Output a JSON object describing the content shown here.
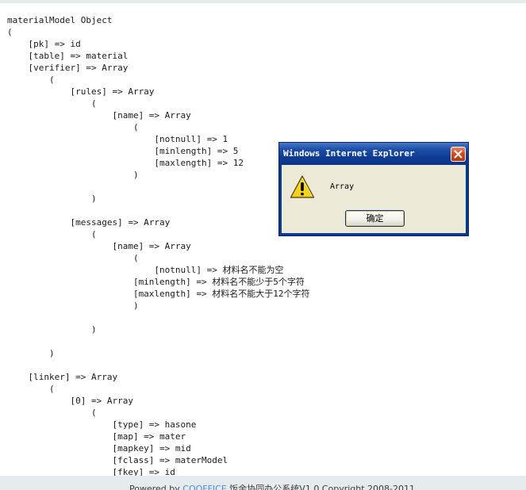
{
  "dump": {
    "lines": [
      "materialModel Object",
      "(",
      "    [pk] => id",
      "    [table] => material",
      "    [verifier] => Array",
      "        (",
      "            [rules] => Array",
      "                (",
      "                    [name] => Array",
      "                        (",
      "                            [notnull] => 1",
      "                            [minlength] => 5",
      "                            [maxlength] => 12",
      "                        )",
      "",
      "                )",
      "",
      "            [messages] => Array",
      "                (",
      "                    [name] => Array",
      "                        (",
      "                            [notnull] => 材料名不能为空",
      "                        [minlength] => 材料名不能少于5个字符",
      "                        [maxlength] => 材料名不能大于12个字符",
      "                        )",
      "",
      "                )",
      "",
      "        )",
      "",
      "    [linker] => Array",
      "        (",
      "            [0] => Array",
      "                (",
      "                    [type] => hasone",
      "                    [map] => mater",
      "                    [mapkey] => mid",
      "                    [fclass] => materModel",
      "                    [fkey] => id"
    ]
  },
  "footer": {
    "prefix": "Powered by ",
    "brand": "COOFFICE",
    "suffix": " 饭余协同办公系统V1.0 Copyright 2008-2011"
  },
  "dialog": {
    "title": "Windows Internet Explorer",
    "message": "Array",
    "ok_label": "确定",
    "close_icon": "close-x-icon",
    "warning_icon": "warning-triangle-icon"
  },
  "colors": {
    "titlebar": "#0a3486",
    "close_button": "#d04a1e",
    "dialog_body": "#ece9d8",
    "footer_brand": "#4a8fd4"
  }
}
